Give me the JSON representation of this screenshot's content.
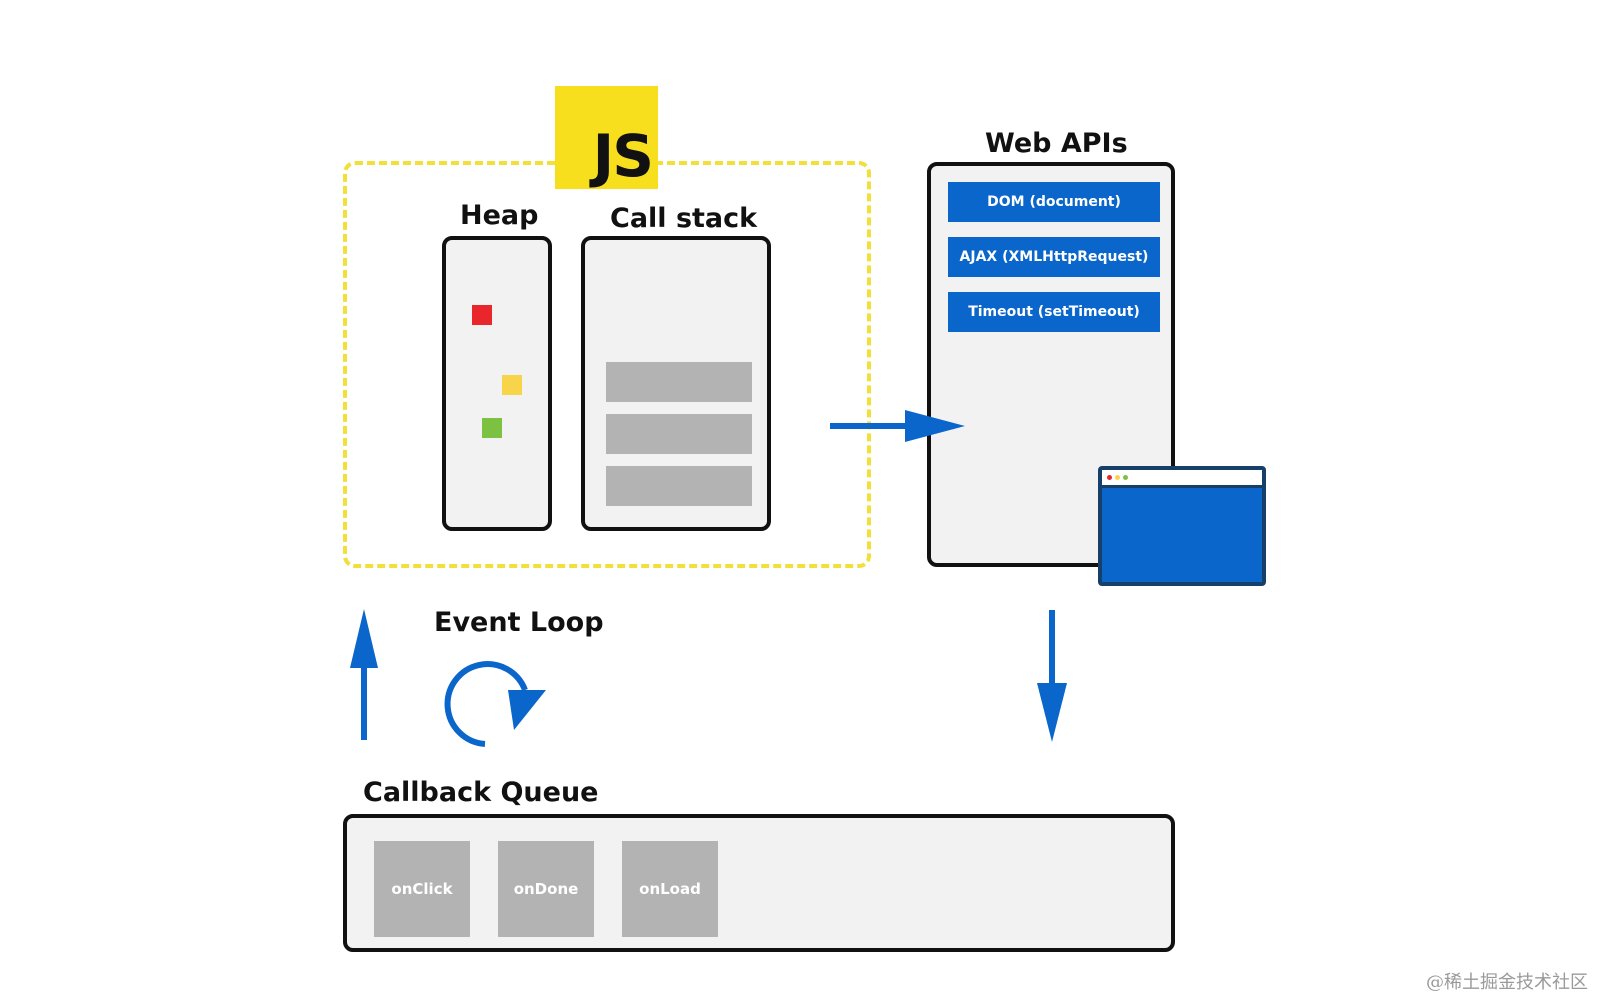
{
  "js_logo": {
    "text": "JS",
    "color": "#f7df1e"
  },
  "heap": {
    "title": "Heap",
    "items": [
      {
        "name": "red-object",
        "color": "#e8262b"
      },
      {
        "name": "yellow-object",
        "color": "#f7d44a"
      },
      {
        "name": "green-object",
        "color": "#7cc142"
      }
    ]
  },
  "call_stack": {
    "title": "Call stack",
    "frames": 3,
    "frame_color": "#b3b3b3"
  },
  "web_apis": {
    "title": "Web APIs",
    "items": [
      "DOM (document)",
      "AJAX (XMLHttpRequest)",
      "Timeout (setTimeout)"
    ],
    "item_color": "#0b66cc",
    "browser_icon": "browser-window-icon"
  },
  "event_loop": {
    "title": "Event Loop",
    "icon": "circular-arrow-icon"
  },
  "callback_queue": {
    "title": "Callback Queue",
    "items": [
      "onClick",
      "onDone",
      "onLoad"
    ]
  },
  "arrows": {
    "color": "#0b66cc",
    "items": [
      "stack-to-webapis-arrow",
      "webapis-to-queue-arrow",
      "queue-to-stack-arrow"
    ]
  },
  "watermark": "@稀土掘金技术社区"
}
